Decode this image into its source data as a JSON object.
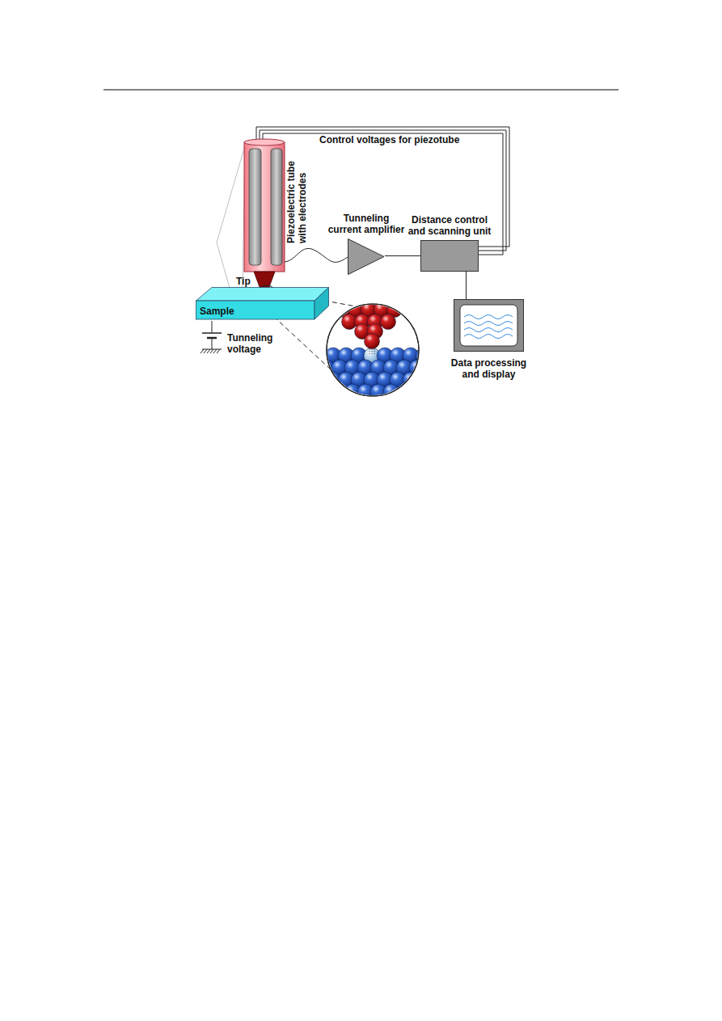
{
  "diagram": {
    "nodes": [
      {
        "text": [
          "Tunneling current amplifier"
        ]
      },
      {
        "text": [
          "Distance control and scanning unit"
        ]
      },
      {
        "text": [
          "Sample"
        ]
      },
      {
        "text": [
          "Data processing and display"
        ]
      }
    ],
    "edges": [
      {
        "from": 0,
        "to": 1,
        "arrow": "none"
      },
      {
        "from": 1,
        "to": 3,
        "arrow": "none"
      }
    ],
    "labels": [
      "Control voltages for piezotube",
      "Piezoelectric tube with electrodes",
      "Tip",
      "Tunneling voltage"
    ]
  }
}
